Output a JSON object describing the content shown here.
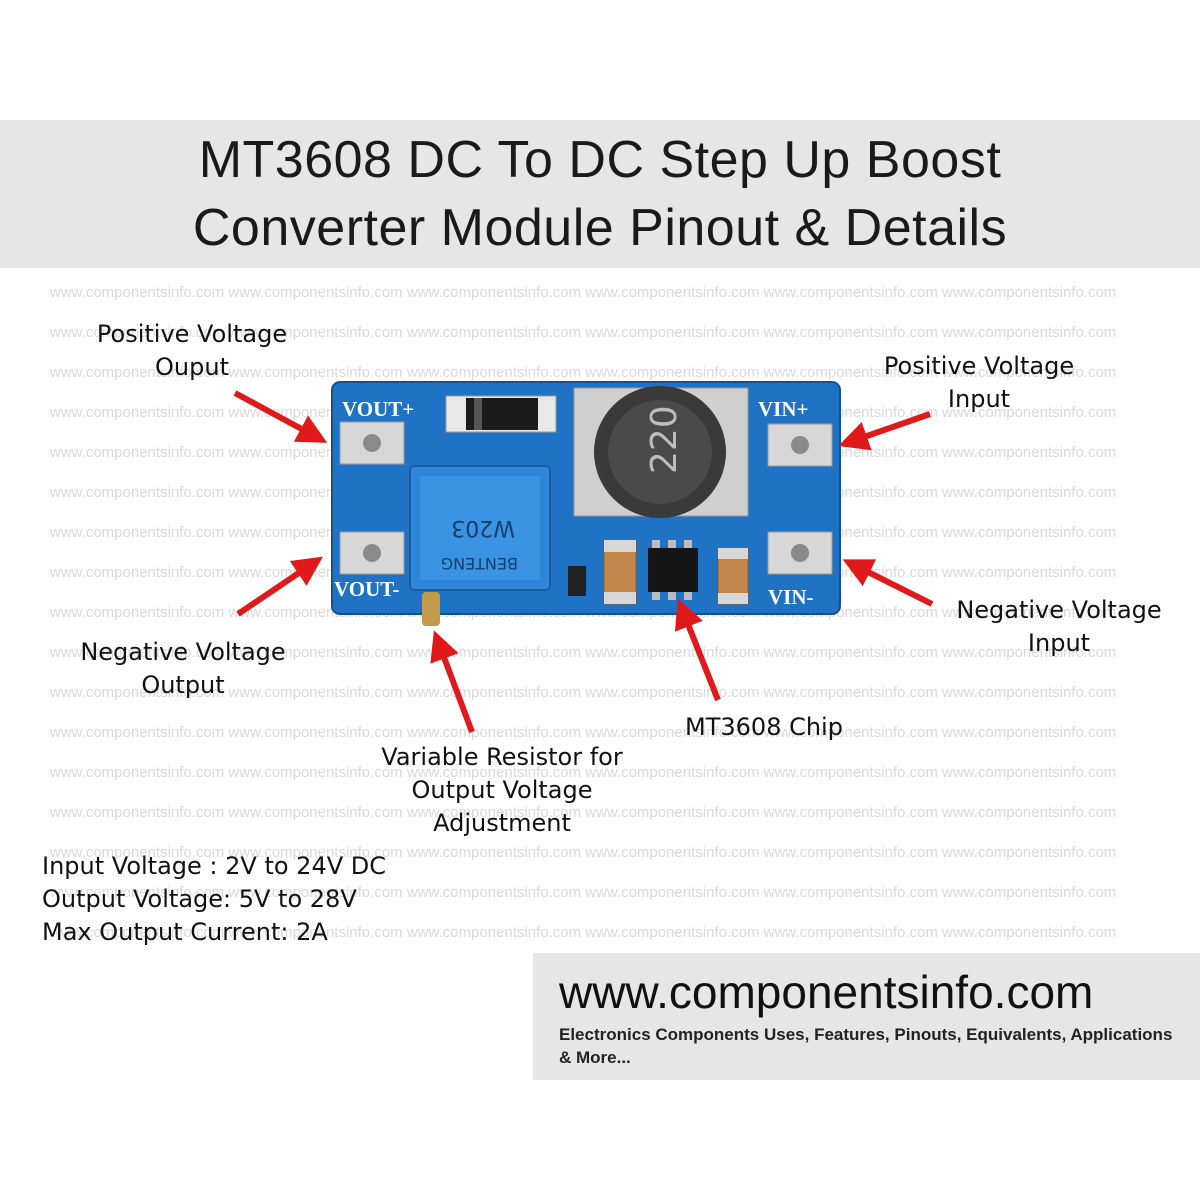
{
  "title": {
    "line1": "MT3608 DC To DC Step Up Boost",
    "line2": "Converter Module Pinout & Details"
  },
  "watermark": "www.componentsinfo.com",
  "board": {
    "vout_pos": "VOUT+",
    "vout_neg": "VOUT-",
    "vin_pos": "VIN+",
    "vin_neg": "VIN-",
    "inductor": "220",
    "pot_brand": "BENTENG",
    "pot_code": "W203"
  },
  "labels": {
    "pos_out": [
      "Positive Voltage",
      "Ouput"
    ],
    "neg_out": [
      "Negative Voltage",
      "Output"
    ],
    "pos_in": [
      "Positive Voltage",
      "Input"
    ],
    "neg_in": [
      "Negative Voltage",
      "Input"
    ],
    "chip": "MT3608 Chip",
    "resistor": [
      "Variable Resistor for",
      "Output Voltage",
      "Adjustment"
    ]
  },
  "specs": [
    "Input Voltage : 2V to 24V DC",
    "Output Voltage: 5V to 28V",
    "Max Output Current:  2A"
  ],
  "footer": {
    "url": "www.componentsinfo.com",
    "tagline": "Electronics Components Uses, Features, Pinouts, Equivalents, Applications & More..."
  },
  "colors": {
    "board": "#1f72c4",
    "arrow": "#e0191b",
    "pot": "#2d86d9"
  }
}
